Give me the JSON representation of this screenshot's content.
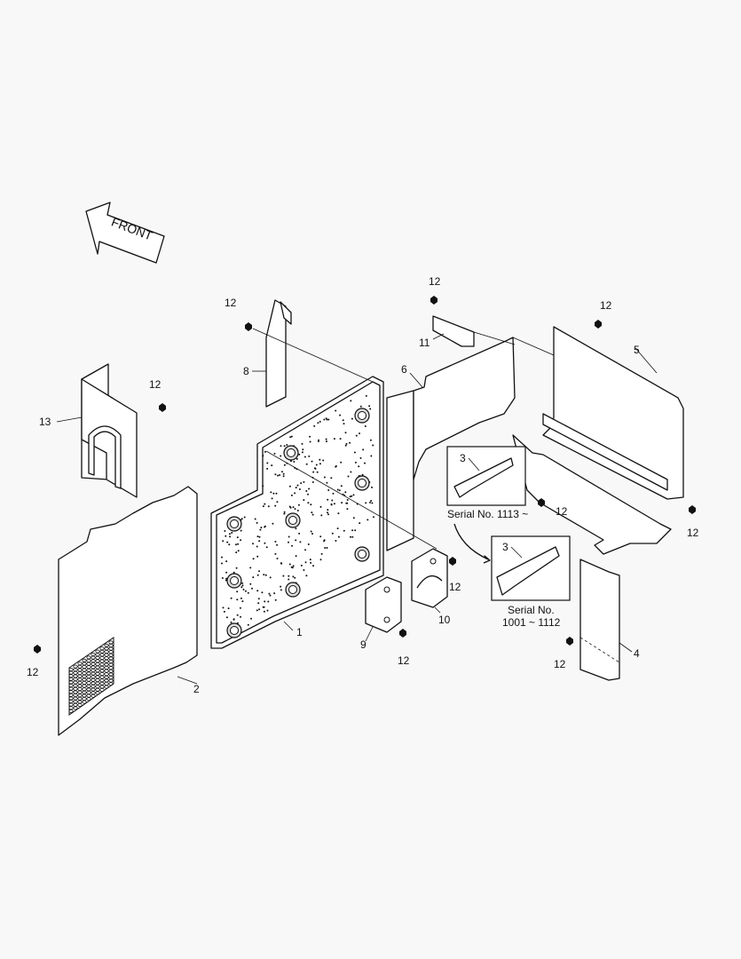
{
  "front_arrow_label": "FRONT",
  "part_numbers": {
    "p1": "1",
    "p2": "2",
    "p3_upper": "3",
    "p3_lower": "3",
    "p4": "4",
    "p5": "5",
    "p6": "6",
    "p8": "8",
    "p9": "9",
    "p10": "10",
    "p11": "11",
    "p13": "13"
  },
  "bolt_callout": "12",
  "serial_notes": {
    "upper": "Serial No. 1113 ~",
    "lower_line1": "Serial No.",
    "lower_line2": "1001 ~ 1112"
  }
}
